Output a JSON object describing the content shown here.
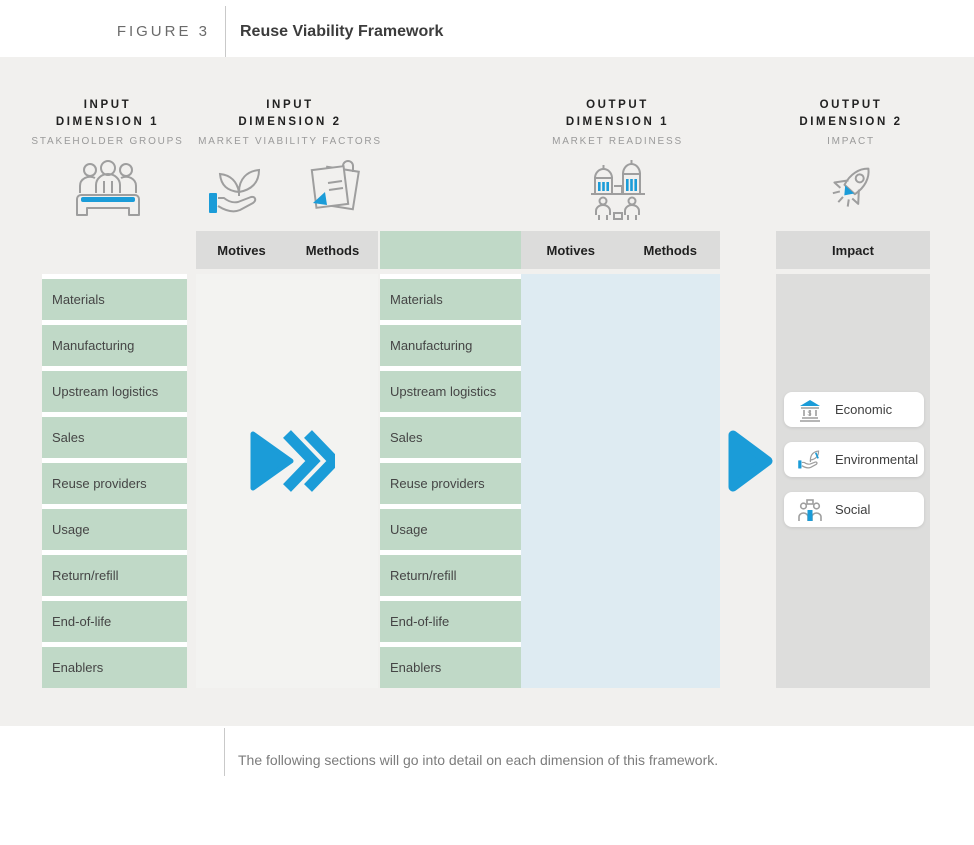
{
  "figure_header": {
    "label": "FIGURE 3",
    "title": "Reuse Viability Framework"
  },
  "columns": [
    {
      "kicker": "INPUT",
      "dimension": "DIMENSION 1",
      "subtitle": "STAKEHOLDER GROUPS",
      "icons": [
        "people-table-icon"
      ]
    },
    {
      "kicker": "INPUT",
      "dimension": "DIMENSION 2",
      "subtitle": "MARKET VIABILITY FACTORS",
      "icons": [
        "hand-leaf-icon",
        "documents-icon"
      ]
    },
    {
      "kicker": "OUTPUT",
      "dimension": "DIMENSION 1",
      "subtitle": "MARKET READINESS",
      "icons": [
        "market-buildings-icon"
      ]
    },
    {
      "kicker": "OUTPUT",
      "dimension": "DIMENSION 2",
      "subtitle": "IMPACT",
      "icons": [
        "rocket-icon"
      ]
    }
  ],
  "stakeholder_groups": [
    "Materials",
    "Manufacturing",
    "Upstream logistics",
    "Sales",
    "Reuse providers",
    "Usage",
    "Return/refill",
    "End-of-life",
    "Enablers"
  ],
  "market_viability_table": {
    "col1": "Motives",
    "col2": "Methods"
  },
  "market_readiness_table": {
    "col1": "Motives",
    "col2": "Methods"
  },
  "impact_table": {
    "header": "Impact",
    "items": [
      {
        "label": "Economic",
        "icon": "bank-icon"
      },
      {
        "label": "Environmental",
        "icon": "hand-leaf-icon"
      },
      {
        "label": "Social",
        "icon": "people-podium-icon"
      }
    ]
  },
  "footer_note": "The following sections will go into detail on each dimension of this framework.",
  "colors": {
    "accent_blue": "#1b9cd8",
    "list_green": "#c0d9c7",
    "header_gray": "#dcdcdb",
    "panel_blue": "#deebf2",
    "impact_body_gray": "#dddddc",
    "stage_bg": "#f1f0ee"
  }
}
